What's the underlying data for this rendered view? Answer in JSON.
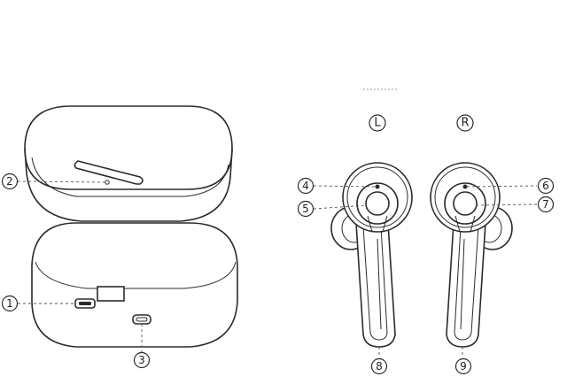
{
  "side_labels": {
    "left": "L",
    "right": "R"
  },
  "callouts": {
    "c1": "1",
    "c2": "2",
    "c3": "3",
    "c4": "4",
    "c5": "5",
    "c6": "6",
    "c7": "7",
    "c8": "8",
    "c9": "9"
  }
}
